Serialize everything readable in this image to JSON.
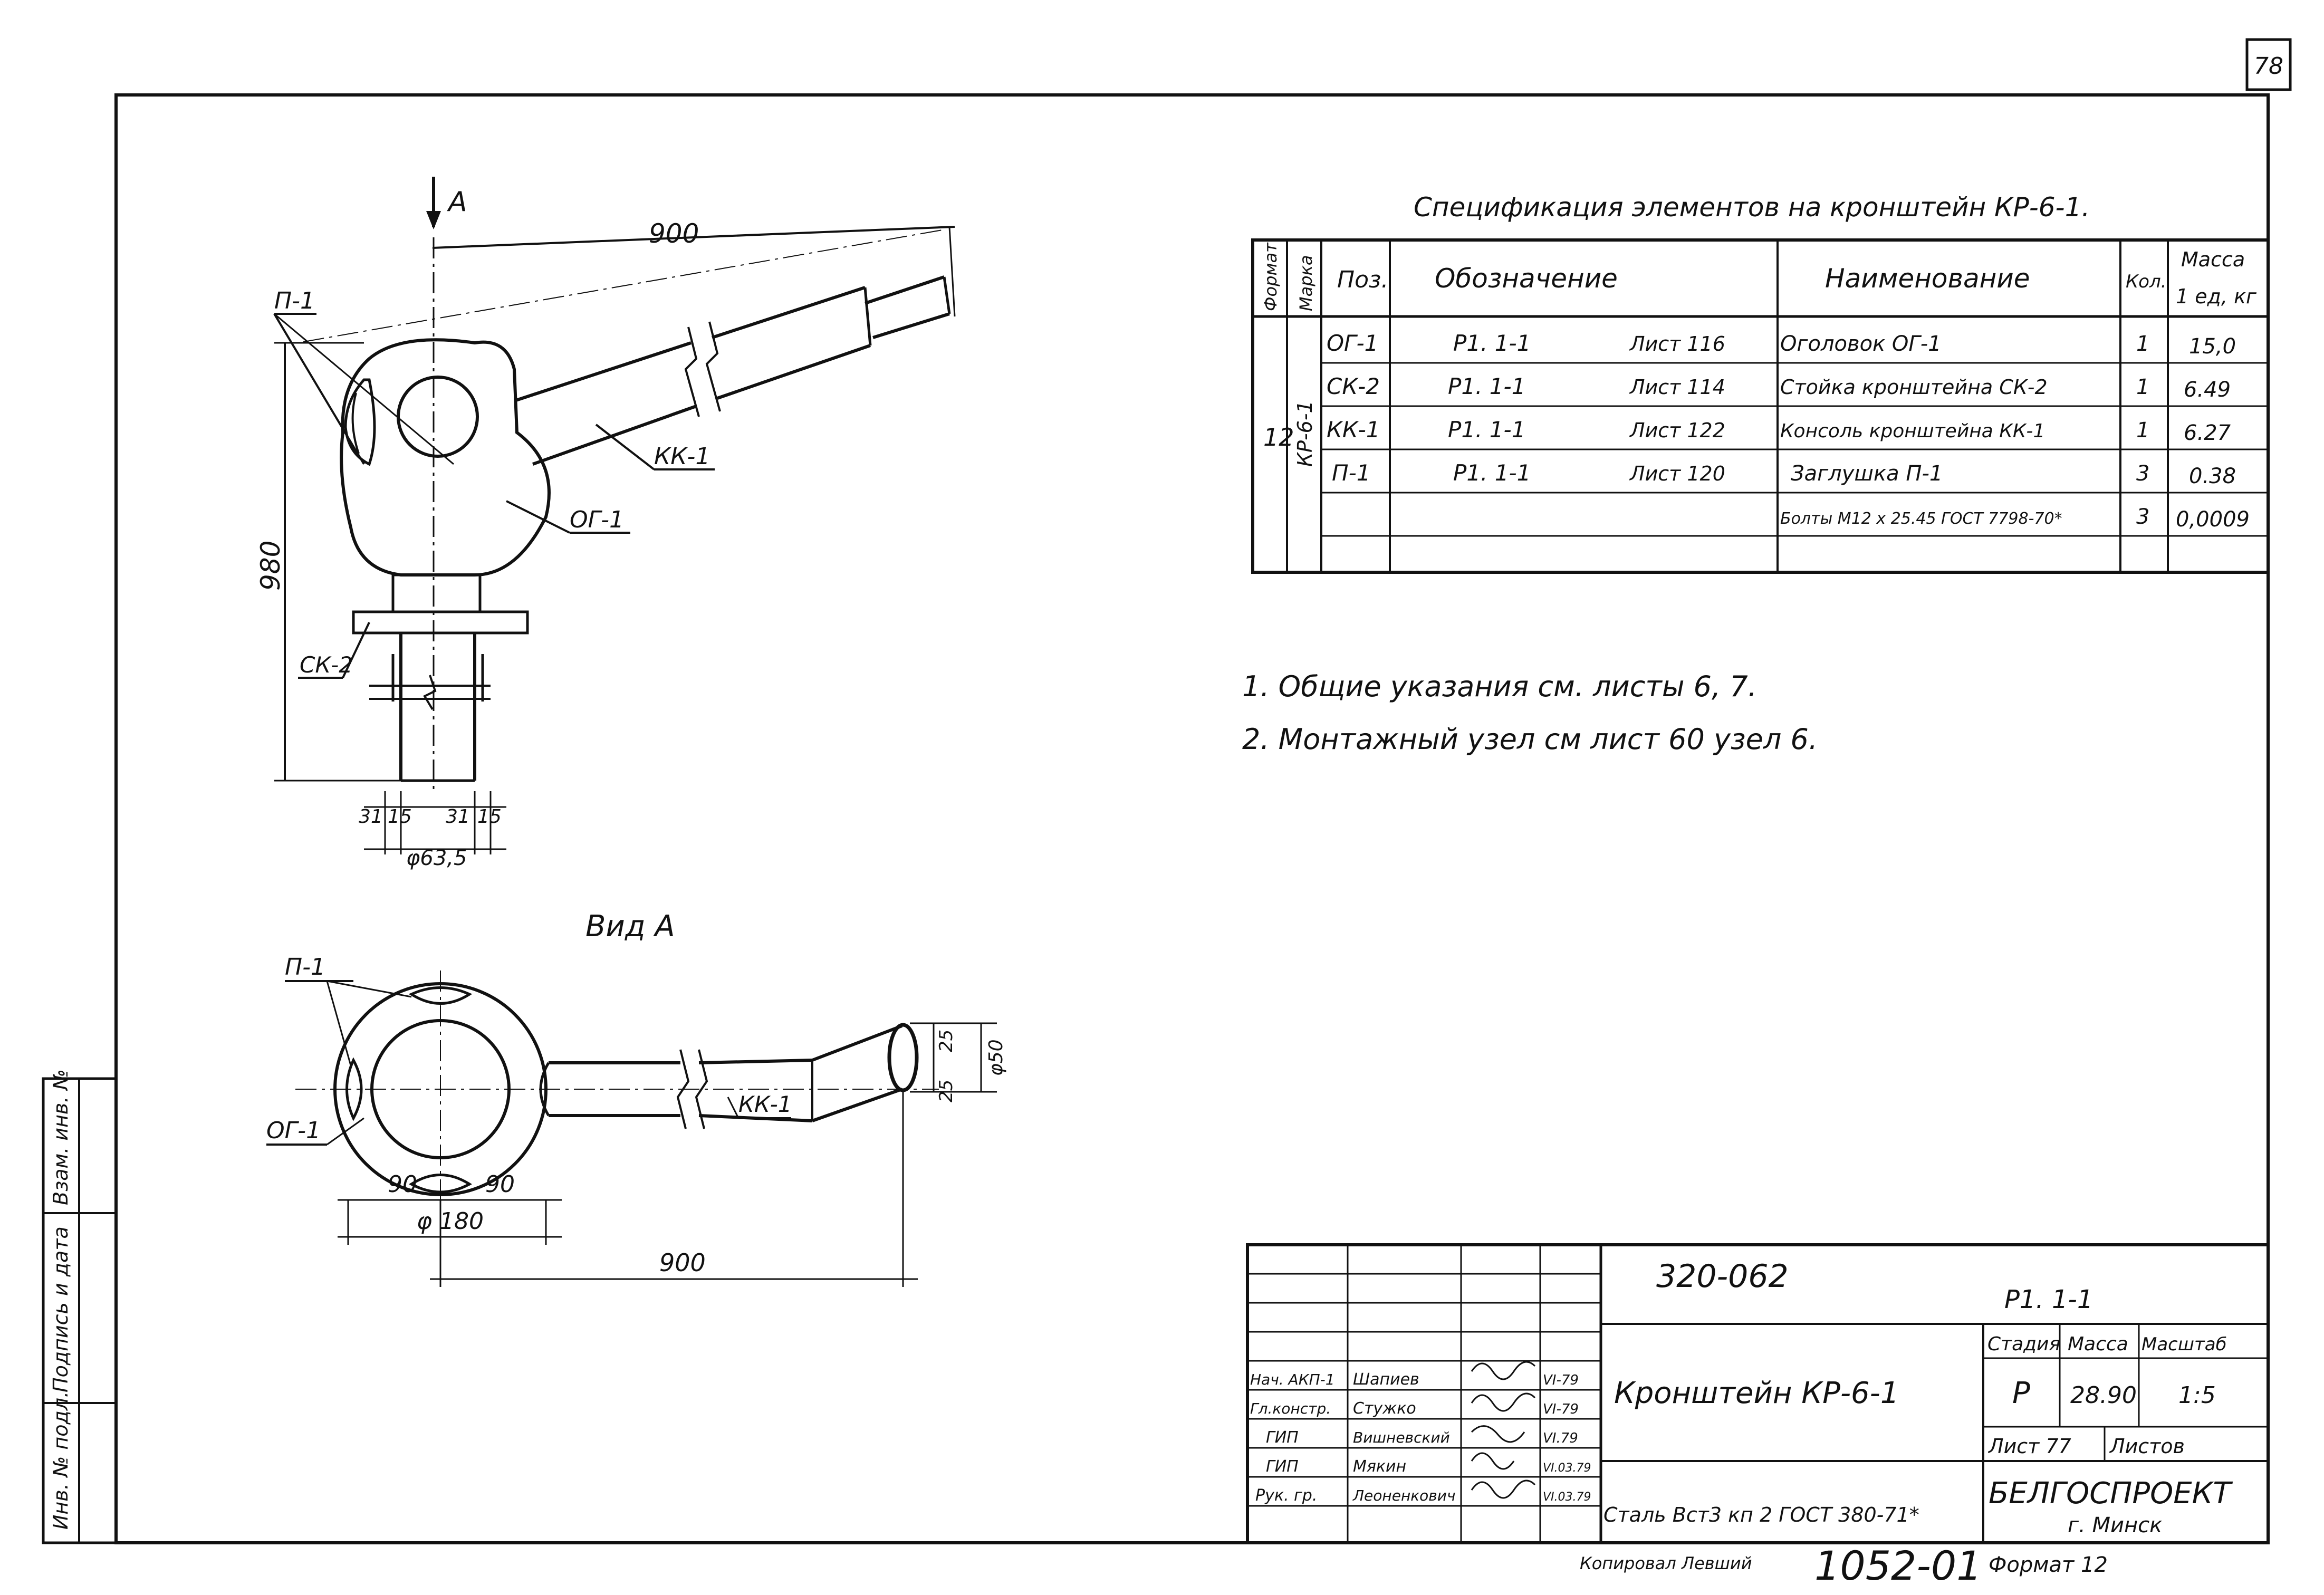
{
  "sheet": {
    "page_number": "78",
    "view_label": "Вид А",
    "arrow_label": "А"
  },
  "dims": {
    "d900_top": "900",
    "d980_vert": "980",
    "d31_l": "31",
    "d15_l": "15",
    "d31_r": "31",
    "d15_r": "15",
    "d635": "φ63,5",
    "d90_l": "90",
    "d90_r": "90",
    "d180": "φ 180",
    "d900_bottom": "900",
    "d25_a": "25",
    "d25_b": "25",
    "d50": "φ50"
  },
  "callouts": {
    "p1_top": "П-1",
    "kk1_top": "КК-1",
    "og1_top": "ОГ-1",
    "ck2": "СК-2",
    "p1_bot": "П-1",
    "og1_bot": "ОГ-1",
    "kk1_bot": "КК-1"
  },
  "spec": {
    "title": "Спецификация элементов на кронштейн КР-6-1.",
    "headers": {
      "format": "Формат",
      "mark": "Марка",
      "pos": "Поз.",
      "designation": "Обозначение",
      "name": "Наименование",
      "qty": "Кол.",
      "mass_1": "Масса",
      "mass_2": "1 ед, кг"
    },
    "format_value": "12",
    "mark_value": "КР-6-1",
    "rows": [
      {
        "pos": "ОГ-1",
        "doc": "Р1. 1-1",
        "sheet": "Лист 116",
        "name": "Оголовок ОГ-1",
        "qty": "1",
        "mass": "15,0"
      },
      {
        "pos": "СК-2",
        "doc": "Р1. 1-1",
        "sheet": "Лист 114",
        "name": "Стойка кронштейна СК-2",
        "qty": "1",
        "mass": "6.49"
      },
      {
        "pos": "КК-1",
        "doc": "Р1. 1-1",
        "sheet": "Лист 122",
        "name": "Консоль кронштейна КК-1",
        "qty": "1",
        "mass": "6.27"
      },
      {
        "pos": "П-1",
        "doc": "Р1. 1-1",
        "sheet": "Лист 120",
        "name": "Заглушка П-1",
        "qty": "3",
        "mass": "0.38"
      },
      {
        "pos": "",
        "doc": "",
        "sheet": "",
        "name": "Болты М12 х 25.45 ГОСТ 7798-70*",
        "qty": "3",
        "mass": "0,0009"
      }
    ]
  },
  "notes": [
    "1. Общие указания см. листы 6, 7.",
    "2. Монтажный узел см лист 60 узел 6."
  ],
  "stamp": {
    "code": "320-062",
    "doc": "Р1. 1-1",
    "title": "Кронштейн КР-6-1",
    "material": "Сталь Вст3 кп 2 ГОСТ 380-71*",
    "stage_label": "Стадия",
    "mass_label": "Масса",
    "scale_label": "Масштаб",
    "stage": "Р",
    "mass": "28.90",
    "scale": "1:5",
    "sheet_label": "Лист 77",
    "sheets_label": "Листов",
    "org": "БЕЛГОСПРОЕКТ",
    "city": "г. Минск",
    "roles": [
      "Нач. АКП-1",
      "Гл.констр.",
      "ГИП",
      "ГИП",
      "Рук. гр."
    ],
    "names": [
      "Шапиев",
      "Стужко",
      "Вишневский",
      "Мякин",
      "Леоненкович"
    ],
    "dates": [
      "VI-79",
      "VI-79",
      "VI.79",
      "VI.03.79",
      "VI.03.79"
    ],
    "copied": "Копировал Левший",
    "number": "1052-01",
    "format": "Формат 12"
  },
  "side_stamp": {
    "inv": "Инв. № подл.",
    "sign": "Подпись и дата",
    "inv2": "Взам. инв. №"
  }
}
